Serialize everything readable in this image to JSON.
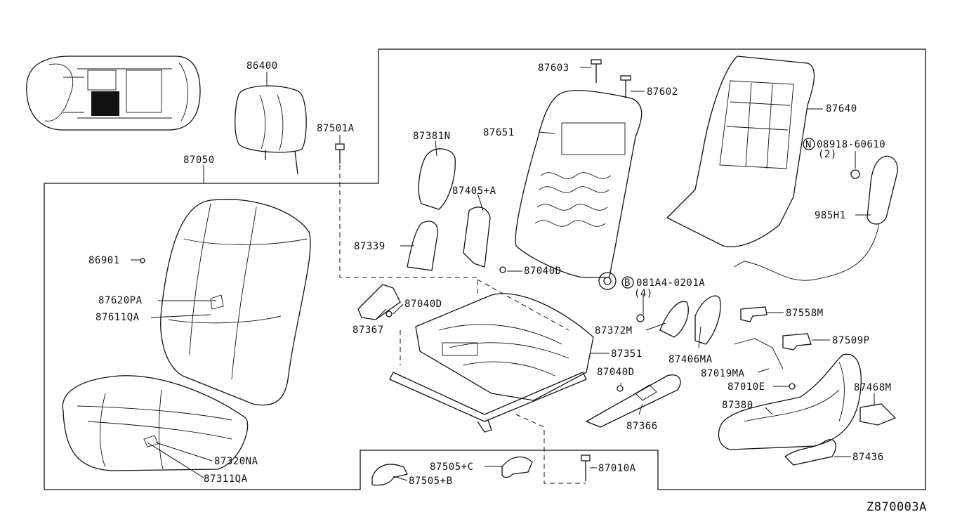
{
  "diagram_id": "Z870003A",
  "part_labels": {
    "p86400": "86400",
    "p87501A": "87501A",
    "p87050": "87050",
    "p86901": "86901",
    "p87620PA": "87620PA",
    "p87611QA": "87611QA",
    "p87320NA": "87320NA",
    "p87311QA": "87311QA",
    "p87603": "87603",
    "p87602": "87602",
    "p87651": "87651",
    "p87381N": "87381N",
    "p87405A": "87405+A",
    "p87339": "87339",
    "p87040D_1": "87040D",
    "p87040D_2": "87040D",
    "p87040D_3": "87040D",
    "p87367": "87367",
    "p87351": "87351",
    "p87366": "87366",
    "p87640": "87640",
    "p08918": "08918-60610",
    "p08918_qty": "(2)",
    "p985H1": "985H1",
    "p081A4": "081A4-0201A",
    "p081A4_qty": "(4)",
    "p87372M": "87372M",
    "p87558M": "87558M",
    "p87509P": "87509P",
    "p87406MA": "87406MA",
    "p87019MA": "87019MA",
    "p87010E": "87010E",
    "p87380": "87380",
    "p87468M": "87468M",
    "p87436": "87436",
    "p87505C": "87505+C",
    "p87505B": "87505+B",
    "p87010A": "87010A"
  },
  "callout_markers": {
    "n_marker": "N",
    "b_marker": "B"
  }
}
